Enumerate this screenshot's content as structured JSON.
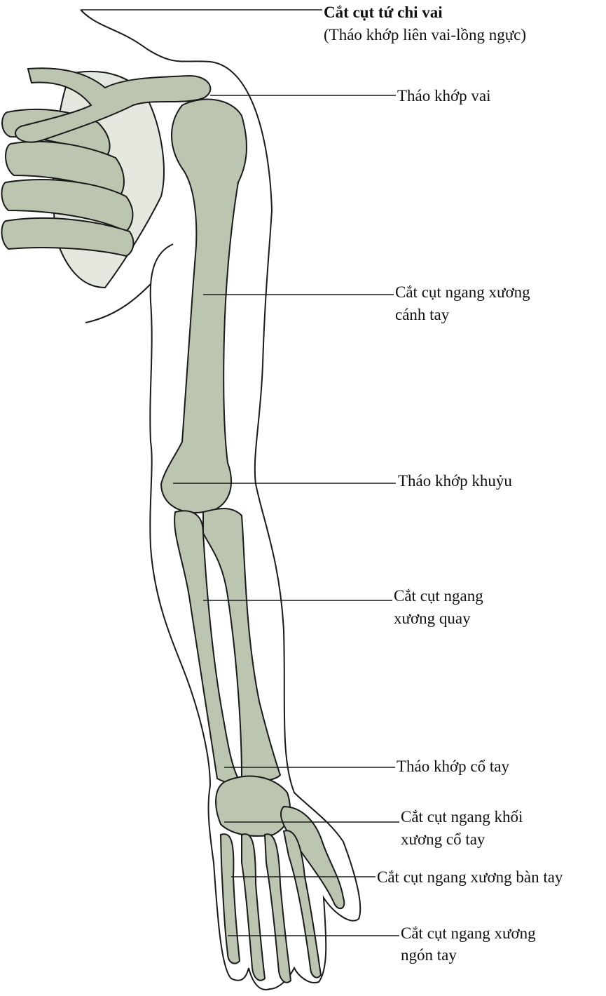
{
  "colors": {
    "bone": "#bcc5b0",
    "outline": "#1a1a1a",
    "shadow": "#e4e8df"
  },
  "labels": {
    "shoulder_girdle": {
      "title": "Cắt cụt tứ chi vai",
      "subtitle": "(Tháo khớp liên vai-lồng ngực)"
    },
    "shoulder": {
      "line1": "Tháo khớp vai"
    },
    "humerus": {
      "line1": "Cắt cụt ngang xương",
      "line2": "cánh tay"
    },
    "elbow": {
      "line1": "Tháo khớp khuỷu"
    },
    "radius": {
      "line1": "Cắt cụt ngang",
      "line2": "xương quay"
    },
    "wrist": {
      "line1": "Tháo khớp cổ tay"
    },
    "carpal": {
      "line1": "Cắt cụt ngang khối",
      "line2": "xương cổ tay"
    },
    "metacarpal": {
      "line1": "Cắt cụt ngang xương bàn tay"
    },
    "phalanx": {
      "line1": "Cắt cụt ngang xương",
      "line2": "ngón tay"
    }
  }
}
